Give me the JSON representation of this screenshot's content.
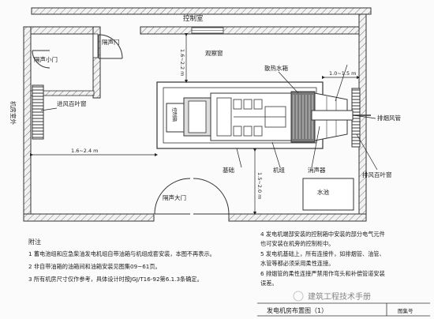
{
  "diagram": {
    "labels": {
      "control_room": "控制室",
      "observation_window": "观察窗",
      "sound_door": "隔声门",
      "sound_small_door": "隔声小门",
      "radiator_tank": "散热水箱",
      "air_intake_louver": "进风百叶窗",
      "exhaust_duct": "排烟风管",
      "exhaust_louver": "排风百叶窗",
      "foundation": "基础",
      "generator_set": "机组",
      "silencer": "消声器",
      "water_pool": "水池",
      "sound_main_door": "隔声大门",
      "equipment_platform": "机房室外",
      "control_box": "控制箱"
    },
    "dimensions": {
      "d_top": "1.6~2.2 m",
      "d_right": "1.0~1.5 m",
      "d_left": "1.6~2.4 m",
      "d_bottom": "1.5~2.0 m"
    },
    "notes_header": "附注",
    "notes_left": [
      "1 蓄电池组和应急柴油发电机组自带油箱与机组成套安装，本图不再表示。",
      "2 非自带油箱的油箱间和油箱安装见图集09~61页。",
      "3 所有机房尺寸仅作参考，具体设计时按JGJ/T16-92第6.1.3条确定。"
    ],
    "notes_right": [
      "4 发电机端部安装的控制箱中安装的部分电气元件",
      "  也可安装在机旁的控制柜中。",
      "5 发电机基础上，所有连接件，如排烟管、油管、",
      "  水管等都必须采用柔性连接。",
      "6 排烟管的柔性连接严禁用作弯头和补偿管道安装",
      "  误差。"
    ],
    "title": "发电机房布置图（1）",
    "figure_no": "图集号",
    "watermark": "建筑工程技术手册"
  }
}
